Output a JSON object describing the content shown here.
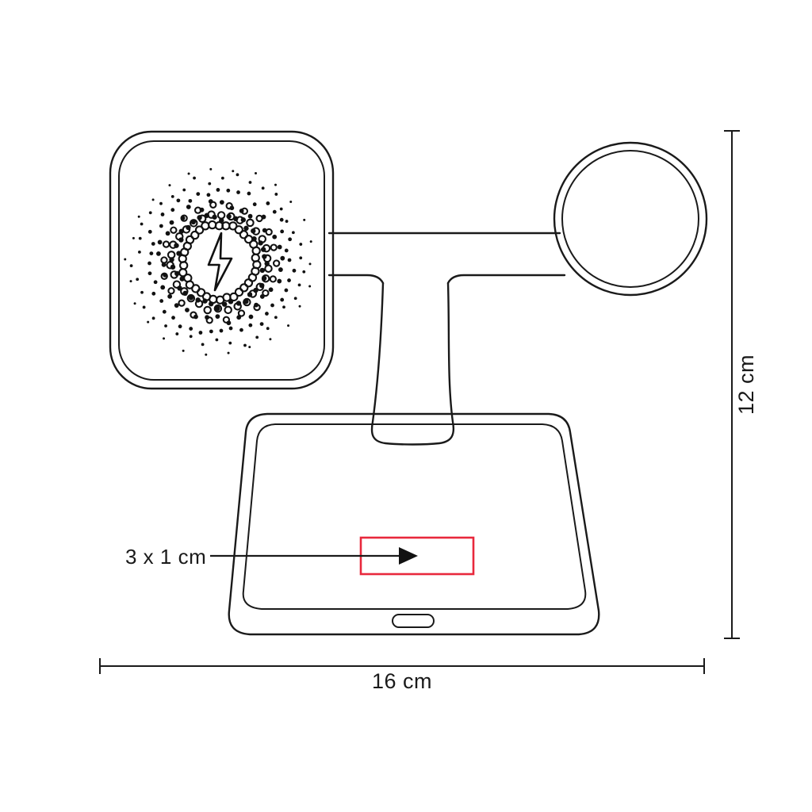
{
  "document": {
    "type": "product-technical-drawing",
    "title": "3-in-1 wireless charging station line drawing",
    "background_color": "#ffffff",
    "line_color": "#1a1a1a"
  },
  "dimensions": {
    "width": {
      "label": "16 cm",
      "orientation": "horizontal",
      "position": "bottom"
    },
    "height": {
      "label": "12 cm",
      "orientation": "vertical",
      "position": "right"
    }
  },
  "print_area": {
    "label": "3 x 1 cm",
    "color": "#e8283c",
    "marker": "arrow-right",
    "location": "front-face-of-base"
  },
  "product": {
    "parts": [
      {
        "name": "square-charging-pad",
        "icon": "wireless-charging-icon"
      },
      {
        "name": "circular-charging-pad",
        "icon": "none"
      },
      {
        "name": "support-arm",
        "icon": "none"
      },
      {
        "name": "neck-stem",
        "icon": "none"
      },
      {
        "name": "base-platform",
        "icon": "none"
      },
      {
        "name": "led-indicator-slot",
        "icon": "none"
      }
    ]
  },
  "icons": {
    "wireless_charging": {
      "name": "wireless-charging-icon",
      "description": "lightning bolt surrounded by radial halftone dot rings"
    }
  }
}
